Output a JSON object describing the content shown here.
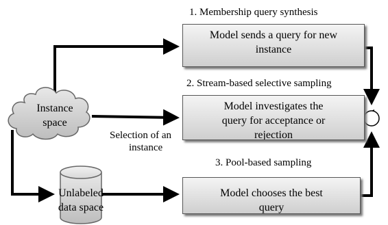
{
  "labels": {
    "membership": "1. Membership query synthesis",
    "stream": "2. Stream-based selective sampling",
    "pool": "3. Pool-based sampling",
    "selection_line1": "Selection of an",
    "selection_line2": "instance"
  },
  "boxes": {
    "membership_box": [
      "Model sends a query for new",
      "instance"
    ],
    "stream_box": [
      "Model investigates the",
      "query for acceptance or",
      "rejection"
    ],
    "pool_box": [
      "Model chooses the best",
      "query"
    ]
  },
  "shapes": {
    "cloud": [
      "Instance",
      "space"
    ],
    "cylinder": [
      "Unlabeled",
      "data space"
    ]
  }
}
